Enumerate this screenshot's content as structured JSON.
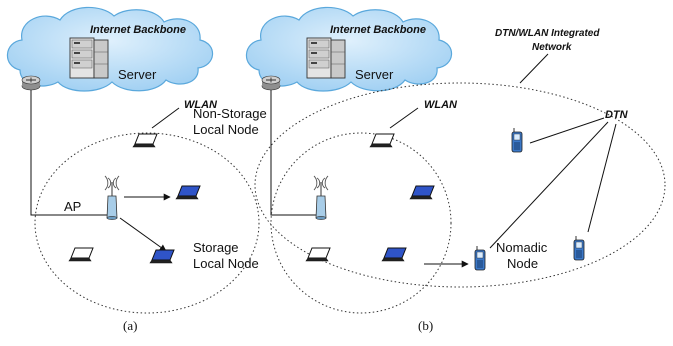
{
  "panel_a": {
    "cloud_label": "Internet Backbone",
    "server_label": "Server",
    "wlan_label": "WLAN",
    "non_storage_label": [
      "Non-Storage",
      "Local Node"
    ],
    "ap_label": "AP",
    "storage_label": [
      "Storage",
      "Local Node"
    ],
    "caption": "(a)"
  },
  "panel_b": {
    "cloud_label": "Internet Backbone",
    "server_label": "Server",
    "integrated_label": [
      "DTN/WLAN Integrated",
      "Network"
    ],
    "wlan_label": "WLAN",
    "dtn_label": "DTN",
    "nomadic_label": [
      "Nomadic",
      "Node"
    ],
    "caption": "(b)"
  },
  "colors": {
    "cloud_fill": "#b6dcf6",
    "cloud_stroke": "#5aa8dc",
    "laptop_blue": "#2f54c8",
    "phone_blue": "#3b78c8"
  }
}
